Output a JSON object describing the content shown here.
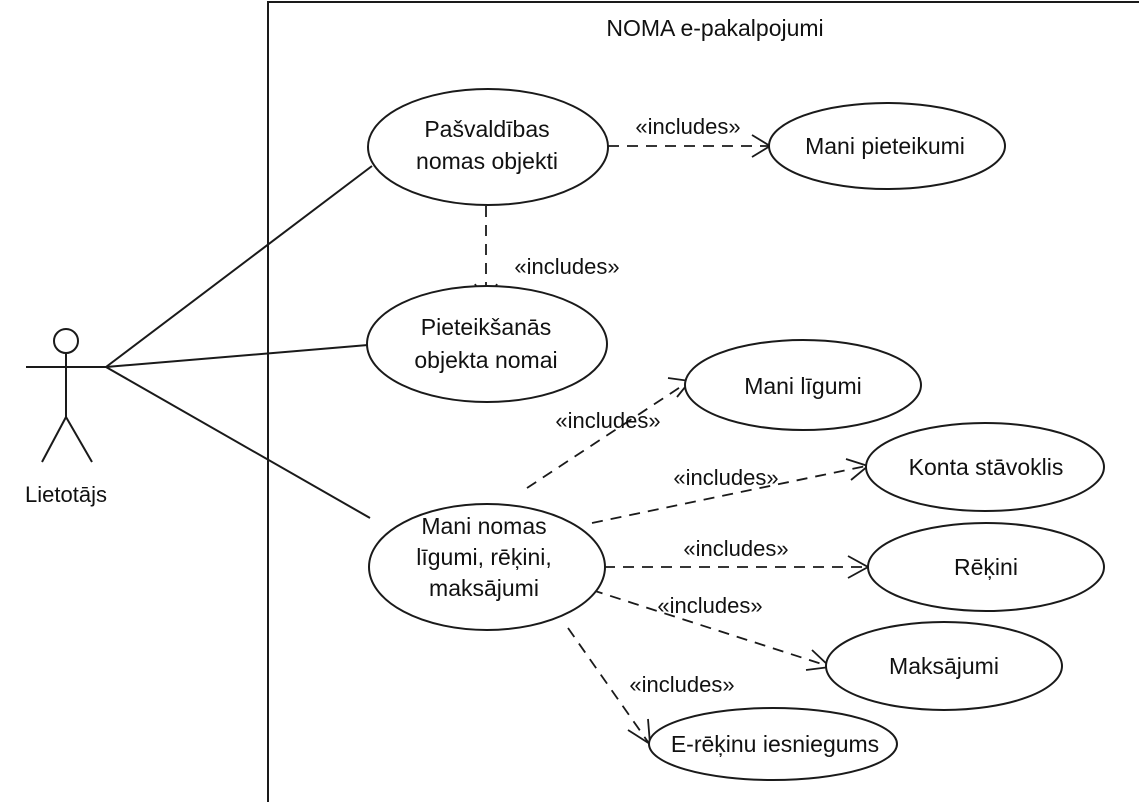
{
  "system": {
    "title": "NOMA e-pakalpojumi"
  },
  "actor": {
    "label": "Lietotājs"
  },
  "use_cases": [
    {
      "id": "uc-pasvaldibas",
      "lines": [
        "Pašvaldības",
        "nomas objekti"
      ]
    },
    {
      "id": "uc-mani-pieteikumi",
      "lines": [
        "Mani pieteikumi"
      ]
    },
    {
      "id": "uc-pieteiksanas",
      "lines": [
        "Pieteikšanās",
        "objekta nomai"
      ]
    },
    {
      "id": "uc-mani-ligumi",
      "lines": [
        "Mani līgumi"
      ]
    },
    {
      "id": "uc-konta-stavoklis",
      "lines": [
        "Konta stāvoklis"
      ]
    },
    {
      "id": "uc-mani-nomas",
      "lines": [
        "Mani nomas",
        "līgumi, rēķini,",
        "maksājumi"
      ]
    },
    {
      "id": "uc-rekini",
      "lines": [
        "Rēķini"
      ]
    },
    {
      "id": "uc-maksajumi",
      "lines": [
        "Maksājumi"
      ]
    },
    {
      "id": "uc-e-rekinu",
      "lines": [
        "E-rēķinu iesniegums"
      ]
    }
  ],
  "associations": [
    {
      "from": "actor",
      "to": "uc-pasvaldibas"
    },
    {
      "from": "actor",
      "to": "uc-pieteiksanas"
    },
    {
      "from": "actor",
      "to": "uc-mani-nomas"
    }
  ],
  "relationships": [
    {
      "from": "uc-pasvaldibas",
      "to": "uc-mani-pieteikumi",
      "label": "«includes»"
    },
    {
      "from": "uc-pasvaldibas",
      "to": "uc-pieteiksanas",
      "label": "«includes»"
    },
    {
      "from": "uc-mani-nomas",
      "to": "uc-mani-ligumi",
      "label": "«includes»"
    },
    {
      "from": "uc-mani-nomas",
      "to": "uc-konta-stavoklis",
      "label": "«includes»"
    },
    {
      "from": "uc-mani-nomas",
      "to": "uc-rekini",
      "label": "«includes»"
    },
    {
      "from": "uc-mani-nomas",
      "to": "uc-maksajumi",
      "label": "«includes»"
    },
    {
      "from": "uc-mani-nomas",
      "to": "uc-e-rekinu",
      "label": "«includes»"
    }
  ]
}
